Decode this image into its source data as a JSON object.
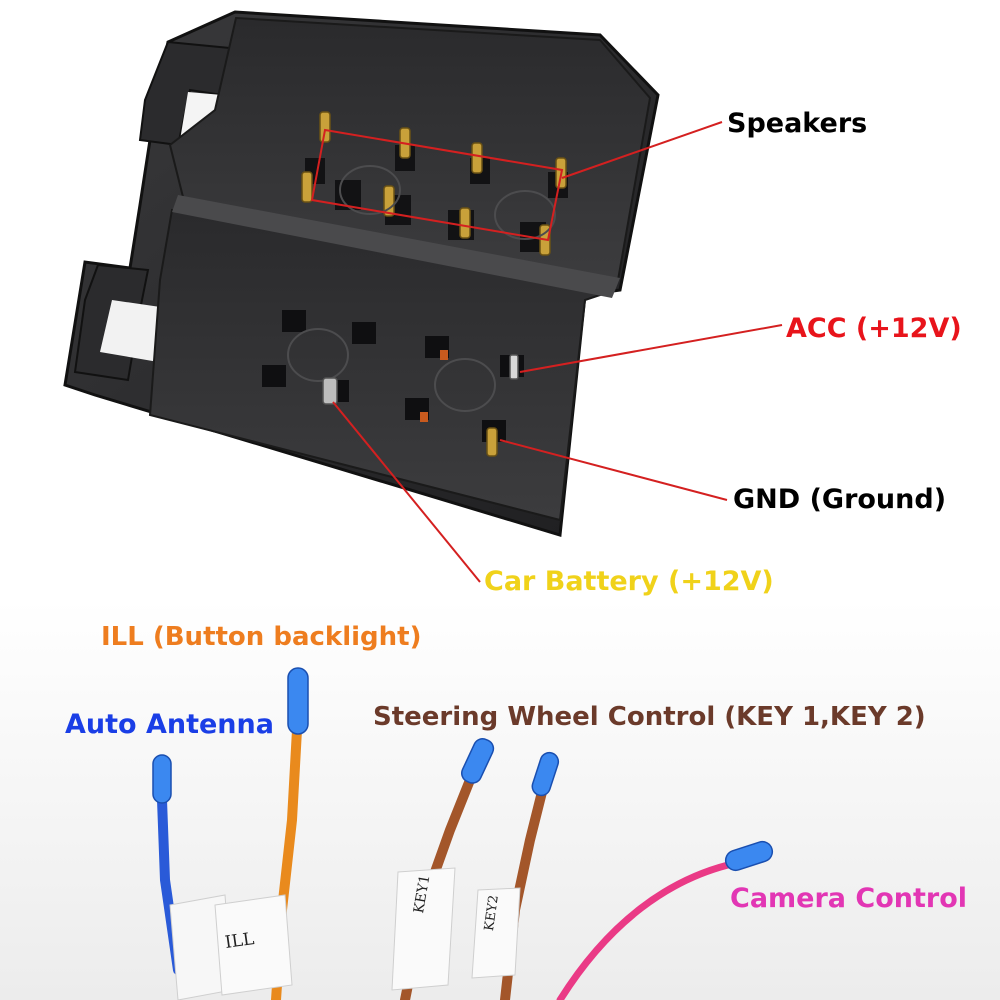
{
  "connector_labels": {
    "speakers": "Speakers",
    "acc": "ACC (+12V)",
    "gnd": "GND (Ground)",
    "car_battery": "Car Battery (+12V)"
  },
  "wire_labels": {
    "ill": "ILL (Button backlight)",
    "auto_antenna": "Auto Antenna",
    "steering_wheel_control": "Steering Wheel Control (KEY 1,KEY 2)",
    "camera_control": "Camera Control"
  },
  "wire_tags": {
    "ill": "ILL",
    "key1": "KEY1",
    "key2": "KEY2"
  },
  "colors": {
    "speakers": "#000000",
    "acc": "#e8141b",
    "gnd": "#000000",
    "car_battery": "#f0d21a",
    "ill": "#ee7d1f",
    "auto_antenna": "#1a3ee6",
    "steering_wheel_control": "#6b3a2a",
    "camera_control": "#e236b4",
    "leader_line": "#d42020"
  }
}
